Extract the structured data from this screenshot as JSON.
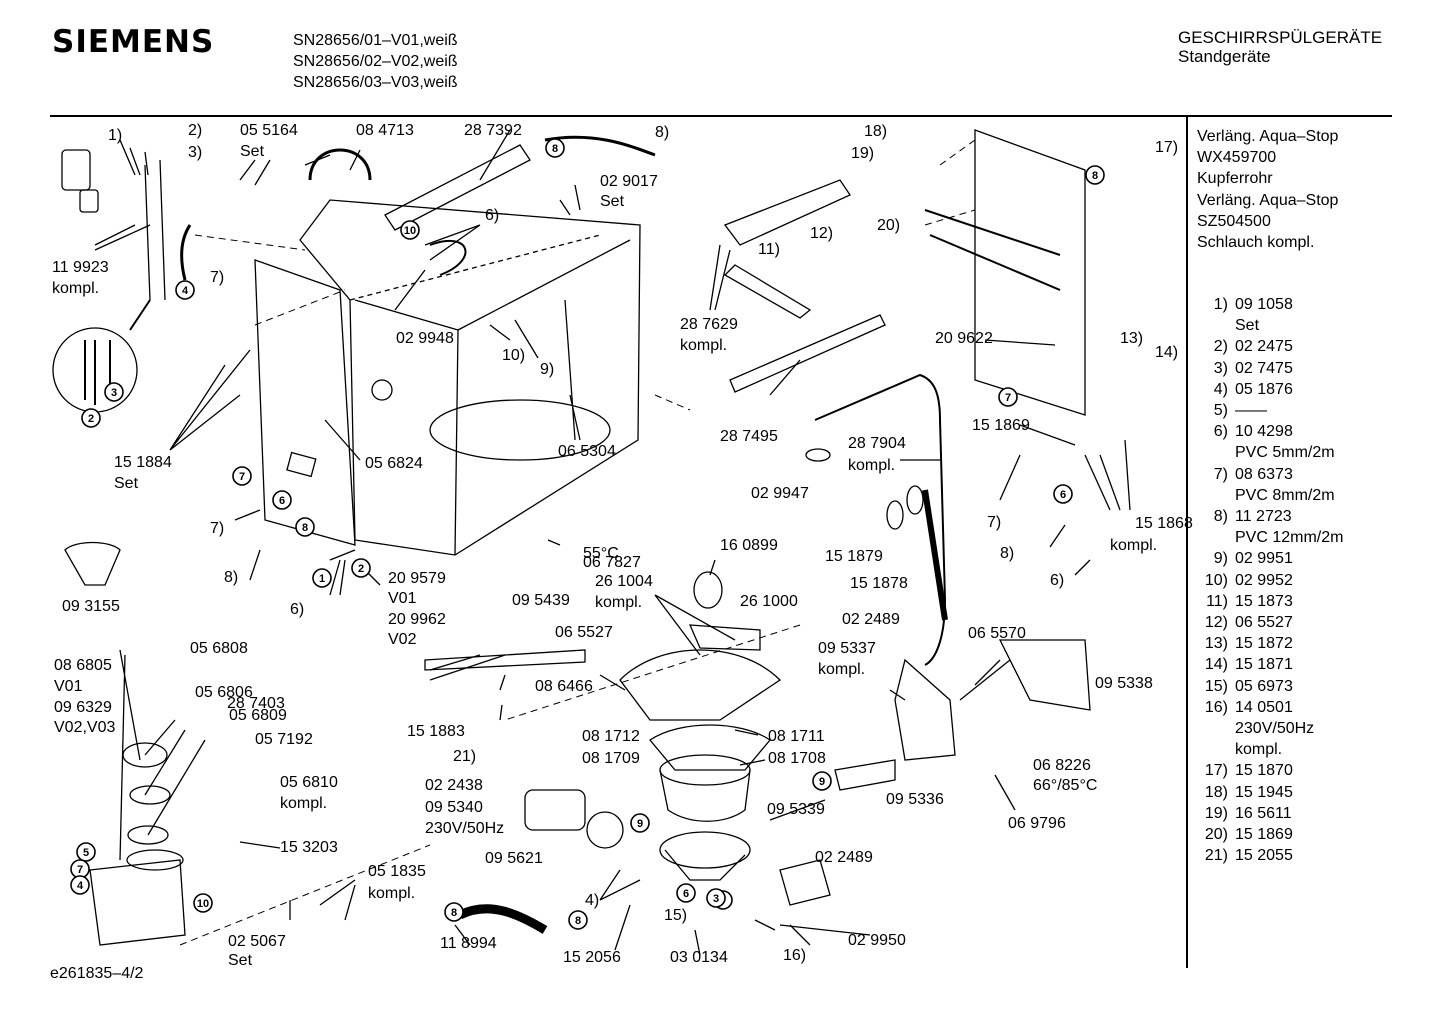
{
  "header": {
    "brand": "SIEMENS",
    "models": [
      "SN28656/01–V01,weiß",
      "SN28656/02–V02,weiß",
      "SN28656/03–V03,weiß"
    ],
    "category": "GESCHIRRSPÜLGERÄTE",
    "subcategory": "Standgeräte"
  },
  "side_notes": [
    "Verläng. Aqua–Stop",
    "WX459700",
    "Kupferrohr",
    "Verläng. Aqua–Stop",
    "SZ504500",
    "Schlauch kompl."
  ],
  "parts_list": [
    {
      "num": "1)",
      "lines": [
        "09 1058",
        "Set"
      ]
    },
    {
      "num": "2)",
      "lines": [
        "02 2475"
      ]
    },
    {
      "num": "3)",
      "lines": [
        "02 7475"
      ]
    },
    {
      "num": "4)",
      "lines": [
        "05 1876"
      ]
    },
    {
      "num": "5)",
      "lines": [
        "——"
      ]
    },
    {
      "num": "6)",
      "lines": [
        "10 4298",
        "PVC 5mm/2m"
      ]
    },
    {
      "num": "7)",
      "lines": [
        "08 6373",
        "PVC 8mm/2m"
      ]
    },
    {
      "num": "8)",
      "lines": [
        "11 2723",
        "PVC 12mm/2m"
      ]
    },
    {
      "num": "9)",
      "lines": [
        "02 9951"
      ]
    },
    {
      "num": "10)",
      "lines": [
        "02 9952"
      ]
    },
    {
      "num": "11)",
      "lines": [
        "15 1873"
      ]
    },
    {
      "num": "12)",
      "lines": [
        "06 5527"
      ]
    },
    {
      "num": "13)",
      "lines": [
        "15 1872"
      ]
    },
    {
      "num": "14)",
      "lines": [
        "15 1871"
      ]
    },
    {
      "num": "15)",
      "lines": [
        "05 6973"
      ]
    },
    {
      "num": "16)",
      "lines": [
        "14 0501",
        "230V/50Hz",
        "kompl."
      ]
    },
    {
      "num": "17)",
      "lines": [
        "15 1870"
      ]
    },
    {
      "num": "18)",
      "lines": [
        "15 1945"
      ]
    },
    {
      "num": "19)",
      "lines": [
        "16 5611"
      ]
    },
    {
      "num": "20)",
      "lines": [
        "15 1869"
      ]
    },
    {
      "num": "21)",
      "lines": [
        "15 2055"
      ]
    }
  ],
  "diagram_labels": [
    "1)",
    "2)",
    "3)",
    "05 5164",
    "Set",
    "08 4713",
    "28 7392",
    "8)",
    "11 9923",
    "kompl.",
    "7)",
    "02 9017",
    "Set",
    "6)",
    "02 9948",
    "9)",
    "10)",
    "15 1884",
    "Set",
    "05 6824",
    "06 5304",
    "28 7629",
    "kompl.",
    "11)",
    "12)",
    "28 7495",
    "02 9947",
    "28 7904",
    "kompl.",
    "18)",
    "19)",
    "20)",
    "17)",
    "20 9622",
    "13)",
    "14)",
    "15 1869",
    "15 1868",
    "kompl.",
    "7)",
    "8)",
    "6)",
    "15 1879",
    "15 1878",
    "09 3155",
    "7)",
    "8)",
    "6)",
    "20 9579",
    "V01",
    "20 9962",
    "V02",
    "06 7827",
    "55°C",
    "16 0899",
    "26 1004",
    "kompl.",
    "26 1000",
    "09 5439",
    "06 5527",
    "28 7403",
    "08 6466",
    "15 1883",
    "21)",
    "08 1712",
    "08 1711",
    "08 1709",
    "08 1708",
    "02 2489",
    "09 5337",
    "kompl.",
    "06 5570",
    "09 5338",
    "06 8226",
    "66°/85°C",
    "09 5336",
    "06 9796",
    "08 6805",
    "V01",
    "09 6329",
    "V02,V03",
    "05 6808",
    "05 6806",
    "05 6809",
    "05 7192",
    "05 6810",
    "kompl.",
    "15 3203",
    "05 1835",
    "kompl.",
    "02 5067",
    "Set",
    "11 8994",
    "15 2056",
    "03 0134",
    "15)",
    "16)",
    "02 9950",
    "02 2489",
    "02 2438",
    "09 5340",
    "230V/50Hz",
    "09 5621",
    "09 5339",
    "4)"
  ],
  "circle_labels": [
    "4",
    "5",
    "6",
    "7",
    "8",
    "9",
    "10",
    "1",
    "2",
    "3"
  ],
  "footer": "e261835–4/2"
}
